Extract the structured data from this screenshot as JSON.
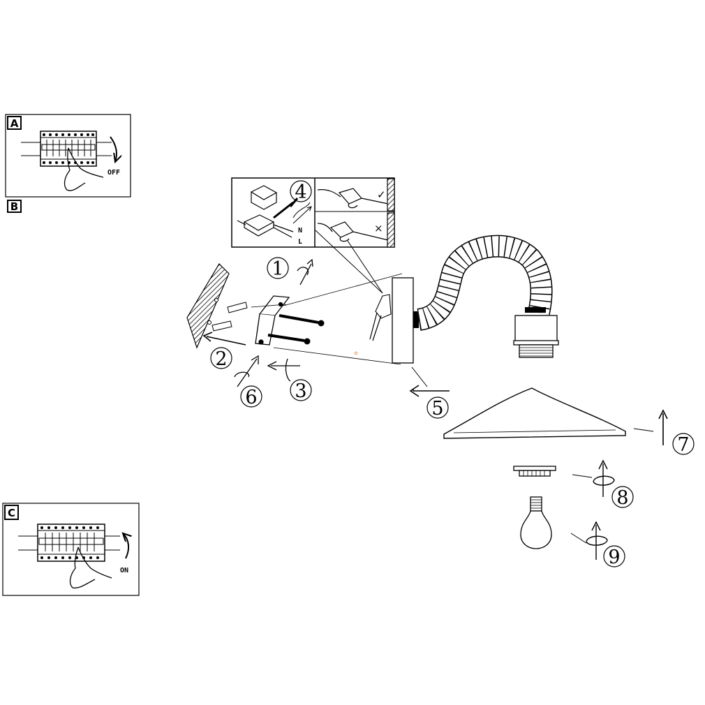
{
  "panels": {
    "a": {
      "letter": "A",
      "label": "OFF"
    },
    "b": {
      "letter": "B"
    },
    "c": {
      "letter": "C",
      "label": "ON"
    }
  },
  "steps": [
    "1",
    "2",
    "3",
    "4",
    "5",
    "6",
    "7",
    "8",
    "9"
  ],
  "wiring_inset": {
    "ok_mark": "✓",
    "bad_mark": "×",
    "terminal_labels": [
      "N",
      "L"
    ]
  },
  "colors": {
    "line": "#000000",
    "background": "#ffffff",
    "accent_dot": "#e07a3a"
  }
}
